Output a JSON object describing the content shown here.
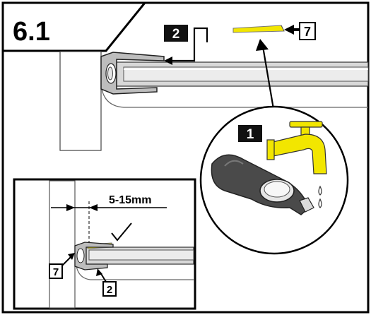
{
  "step_title": "6.1",
  "callouts": {
    "label_1": "1",
    "label_2": "2",
    "label_7": "7"
  },
  "inset": {
    "gap_measure": "5-15mm",
    "label_2": "2",
    "label_7": "7"
  },
  "colors": {
    "yellow": "#f2e600",
    "dark_gray": "#4a4a4a",
    "frame": "#000000",
    "rail": "#cfcfcf"
  }
}
